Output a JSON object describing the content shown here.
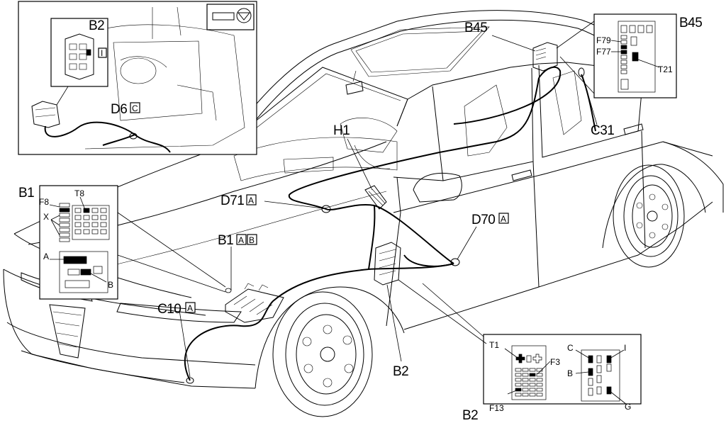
{
  "labels": {
    "b45_component": "B45",
    "b45_inset": "B45",
    "f79": "F79",
    "f77": "F77",
    "t21": "T21",
    "c31": "C31",
    "b2_top_inset": "B2",
    "b2_top_inset_letter": "I",
    "d6": "D6",
    "d6_letter": "C",
    "h1": "H1",
    "b1_inset": "B1",
    "f8": "F8",
    "t8": "T8",
    "x": "X",
    "a": "A",
    "b": "B",
    "d71": "D71",
    "d71_letter": "A",
    "b1_component": "B1",
    "b1_letter_a": "A",
    "b1_letter_b": "B",
    "c10": "C10",
    "c10_letter": "A",
    "d70": "D70",
    "d70_letter": "A",
    "b2_component": "B2",
    "b2_bottom_inset": "B2",
    "t1": "T1",
    "f3": "F3",
    "f13": "F13",
    "conn_c": "C",
    "conn_i": "I",
    "conn_b": "B",
    "conn_g": "G"
  }
}
